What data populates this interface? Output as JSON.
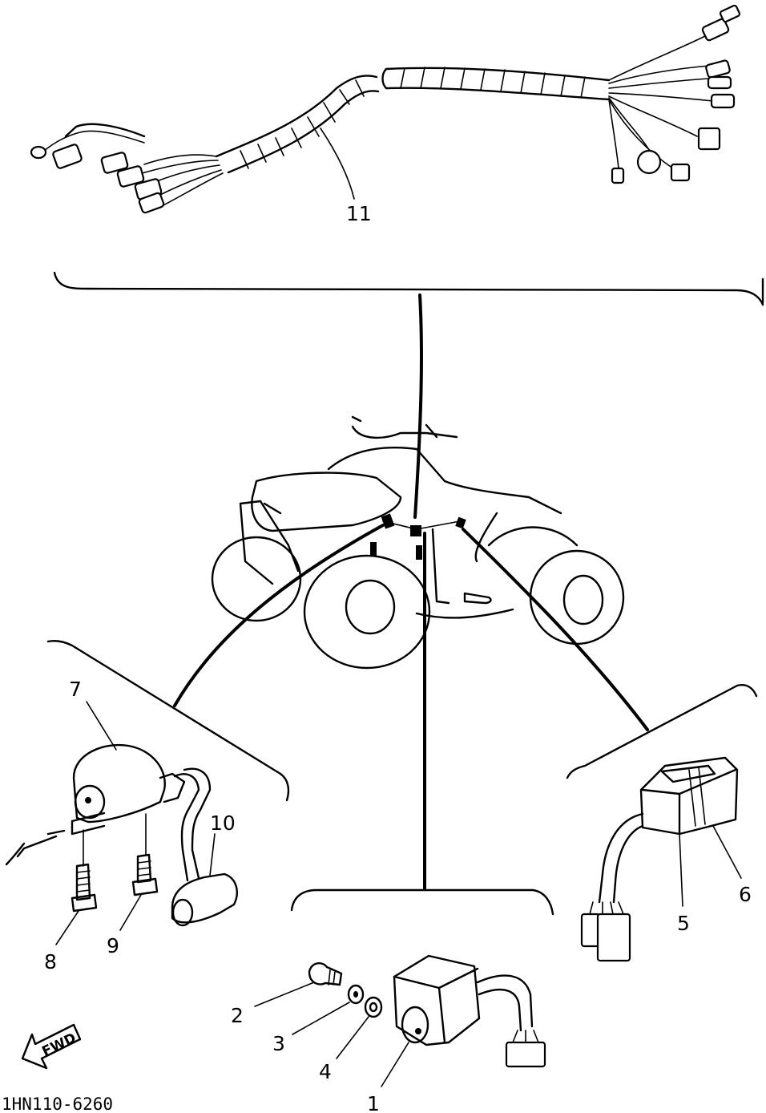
{
  "callouts": {
    "p1": "1",
    "p2": "2",
    "p3": "3",
    "p4": "4",
    "p5": "5",
    "p6": "6",
    "p7": "7",
    "p8": "8",
    "p9": "9",
    "p10": "10",
    "p11": "11"
  },
  "direction_label": "FWD",
  "drawing_code": "1HN110-6260"
}
